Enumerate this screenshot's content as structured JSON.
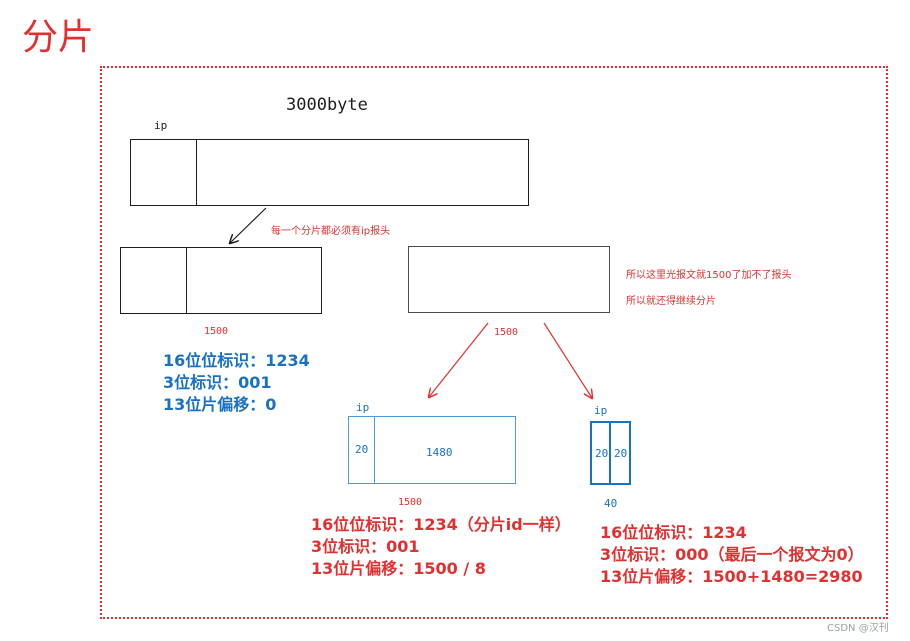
{
  "title": "分片",
  "top_size": "3000byte",
  "ip_label": "ip",
  "note_every_fragment": "每一个分片都必须有ip报头",
  "note_right_1": "所以这里光报文就1500了加不了报头",
  "note_right_2": "所以就还得继续分片",
  "frag1": {
    "size": "1500",
    "lines": [
      "16位位标识：1234",
      "3位标识：001",
      "13位片偏移：0"
    ]
  },
  "frag2": {
    "size": "1500"
  },
  "sub1": {
    "header": "20",
    "payload": "1480",
    "size": "1500",
    "lines": [
      "16位位标识：1234（分片id一样）",
      "3位标识：001",
      "13位片偏移：1500 / 8"
    ]
  },
  "sub2": {
    "header": "20",
    "payload": "20",
    "size": "40",
    "lines": [
      "16位位标识：1234",
      "3位标识：000（最后一个报文为0）",
      "13位片偏移：1500+1480=2980"
    ]
  },
  "watermark": "CSDN @汉刊",
  "colors": {
    "red": "#e03131",
    "blue": "#1971c2",
    "dark": "#1e1e1e"
  }
}
